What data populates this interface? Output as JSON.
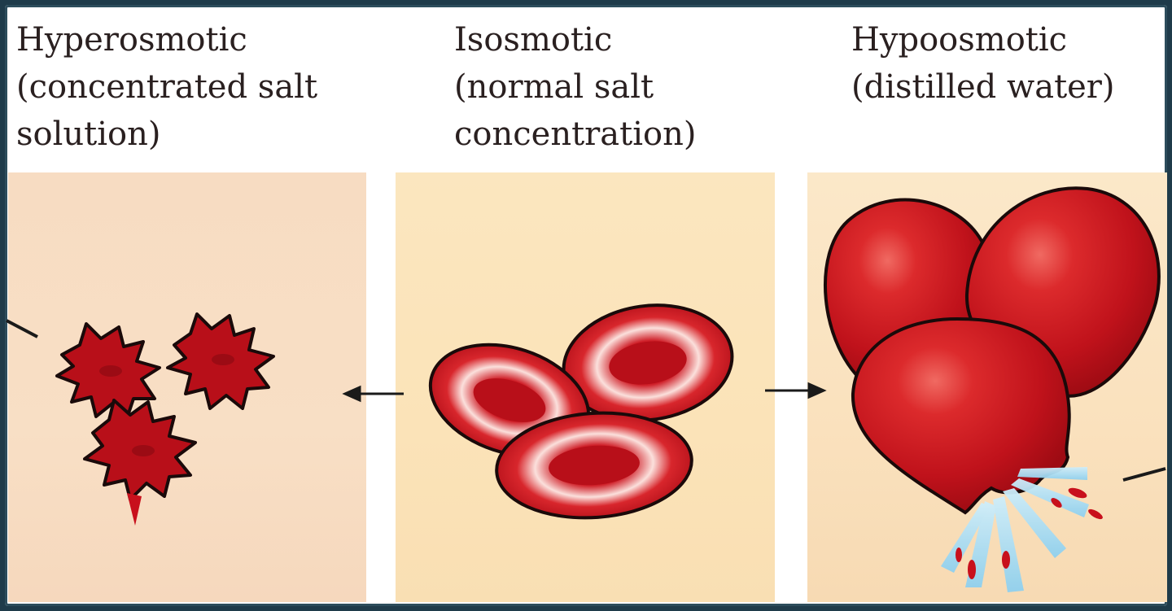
{
  "headings": {
    "hyperosmotic": "Hyperosmotic\n(concentrated salt\nsolution)",
    "isosmotic": "Isosmotic\n(normal salt\nconcentration)",
    "hypoosmotic": "Hypoosmotic\n(distilled water)"
  },
  "colors": {
    "background": "#1f3b4a",
    "cell_red": "#c8101c",
    "cell_dark": "#a30c15",
    "cell_outline": "#1a0a0a",
    "water_spray": "#a9dbf2"
  }
}
